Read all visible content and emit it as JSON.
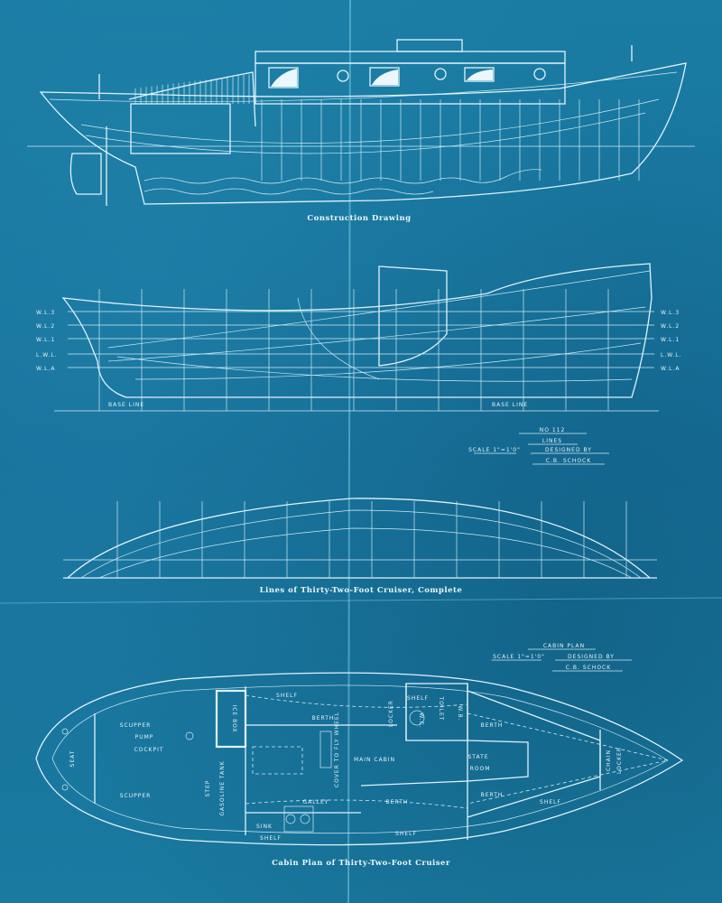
{
  "colors": {
    "paper": "#17739a",
    "ink": "#dff3fb"
  },
  "construction": {
    "caption": "Construction Drawing"
  },
  "lines": {
    "caption": "Lines of Thirty-Two-Foot Cruiser, Complete",
    "baseline_labels": [
      "Base Line",
      "Base Line"
    ],
    "waterlines": [
      "W.L.3",
      "W.L.2",
      "W.L.1",
      "L.W.L.",
      "W.L.A"
    ],
    "title_block": {
      "number": "No 112",
      "title": "Lines",
      "scale": "Scale 1\"=1'0\"",
      "designed_by": "Designed By",
      "designer": "C.B. Schock"
    }
  },
  "cabin_plan": {
    "caption": "Cabin Plan of Thirty-Two-Foot Cruiser",
    "title_block": {
      "title": "Cabin Plan",
      "scale": "Scale 1\"=1'0\"",
      "designed_by": "Designed By",
      "designer": "C.B. Schock"
    },
    "labels": {
      "seat": "Seat",
      "scupper_top": "Scupper",
      "pump": "Pump",
      "cockpit": "Cockpit",
      "scupper_bottom": "Scupper",
      "ice_box": "Ice Box",
      "step": "Step",
      "gasoline_tank": "Gasoline Tank",
      "berth_top": "Berth",
      "shelf_top": "Shelf",
      "locker": "Locker",
      "wc": "W.C.",
      "toilet": "Toilet",
      "wb": "W.B.",
      "cover_fly_wheel": "Cover to Fly Wheel",
      "main_cabin": "Main Cabin",
      "galley": "Galley",
      "sink": "Sink",
      "shelf_bottom": "Shelf",
      "berth_bottom": "Berth",
      "shelf_fwd_top": "Shelf",
      "berth_fwd_top": "Berth",
      "state_room": "State",
      "room": "Room",
      "berth_fwd_bottom": "Berth",
      "shelf_fwd_bottom": "Shelf",
      "shelf_mid_bottom": "Shelf",
      "chain": "Chain",
      "chain_locker": "Locker"
    }
  }
}
